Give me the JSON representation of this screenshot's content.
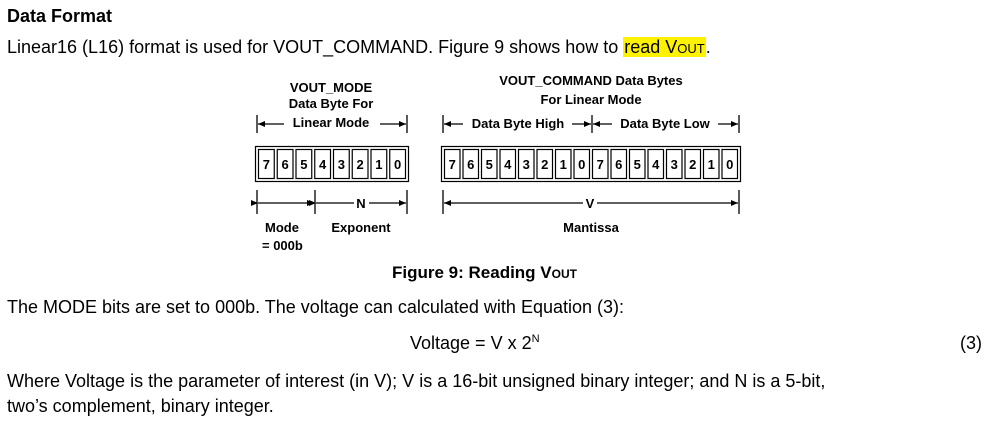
{
  "section": {
    "heading": "Data Format",
    "intro_text": "Linear16 (L16) format is used for VOUT_COMMAND. Figure 9 shows how to ",
    "intro_highlight": "read V",
    "intro_highlight_sub": "OUT",
    "intro_end": "."
  },
  "figure": {
    "mode_title_1": "VOUT_MODE",
    "mode_title_2": "Data Byte For",
    "mode_title_3": "Linear Mode",
    "cmd_title_1": "VOUT_COMMAND Data Bytes",
    "cmd_title_2": "For Linear Mode",
    "data_byte_high": "Data Byte High",
    "data_byte_low": "Data Byte Low",
    "bits_byte": [
      "7",
      "6",
      "5",
      "4",
      "3",
      "2",
      "1",
      "0"
    ],
    "n_label": "N",
    "v_label": "V",
    "mode_label": "Mode",
    "mode_value": "= 000b",
    "exponent_label": "Exponent",
    "mantissa_label": "Mantissa",
    "caption_main": "Figure 9: Reading V",
    "caption_sub": "OUT"
  },
  "body": {
    "mode_text": "The MODE bits are set to 000b. The voltage can calculated with Equation (3):",
    "equation_lhs": "Voltage = V x 2",
    "equation_sup": "N",
    "equation_number": "(3)",
    "where_line_1": "Where Voltage is the parameter of interest (in V); V is a 16-bit unsigned binary integer; and N is a 5-bit,",
    "where_line_2": "two’s complement, binary integer."
  }
}
